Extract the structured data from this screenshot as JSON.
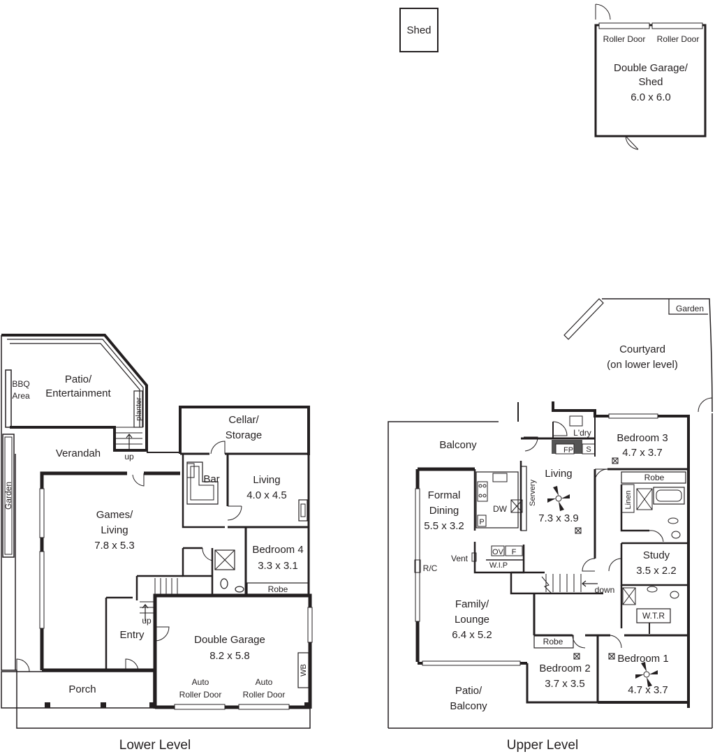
{
  "outbuildings": {
    "shed": "Shed",
    "garage": {
      "roller_door_left": "Roller Door",
      "roller_door_right": "Roller Door",
      "name_line1": "Double Garage/",
      "name_line2": "Shed",
      "size": "6.0 x 6.0"
    }
  },
  "lower": {
    "caption": "Lower Level",
    "patio_line1": "Patio/",
    "patio_line2": "Entertainment",
    "bbq_line1": "BBQ",
    "bbq_line2": "Area",
    "planter": "planter",
    "up_patio": "up",
    "verandah": "Verandah",
    "garden": "Garden",
    "cellar_line1": "Cellar/",
    "cellar_line2": "Storage",
    "bar": "Bar",
    "living": "Living",
    "living_size": "4.0 x 4.5",
    "games_line1": "Games/",
    "games_line2": "Living",
    "games_size": "7.8 x 5.3",
    "bedroom4": "Bedroom 4",
    "bedroom4_size": "3.3 x 3.1",
    "robe": "Robe",
    "up_entry": "up",
    "entry": "Entry",
    "garage": "Double Garage",
    "garage_size": "8.2 x 5.8",
    "auto1_line1": "Auto",
    "auto1_line2": "Roller Door",
    "auto2_line1": "Auto",
    "auto2_line2": "Roller Door",
    "wb": "WB",
    "porch": "Porch"
  },
  "upper": {
    "caption": "Upper Level",
    "garden": "Garden",
    "courtyard_line1": "Courtyard",
    "courtyard_line2": "(on lower level)",
    "balcony": "Balcony",
    "ldry": "L'dry",
    "fp": "FP",
    "s": "S",
    "bedroom3": "Bedroom 3",
    "bedroom3_size": "4.7 x 3.7",
    "robe3": "Robe",
    "linen": "Linen",
    "formal_line1": "Formal",
    "formal_line2": "Dining",
    "formal_size": "5.5 x 3.2",
    "p": "P",
    "dw": "DW",
    "servery": "Servery",
    "living": "Living",
    "living_size": "7.3 x 3.9",
    "study": "Study",
    "study_size": "3.5 x 2.2",
    "vent": "Vent",
    "ov": "OV",
    "f": "F",
    "wip": "W.I.P",
    "rc": "R/C",
    "down": "down",
    "family_line1": "Family/",
    "family_line2": "Lounge",
    "family_size": "6.4 x 5.2",
    "wtr": "W.T.R",
    "robe2": "Robe",
    "bedroom2": "Bedroom 2",
    "bedroom2_size": "3.7 x 3.5",
    "bedroom1": "Bedroom 1",
    "bedroom1_size": "4.7 x 3.7",
    "patio_line1": "Patio/",
    "patio_line2": "Balcony"
  }
}
